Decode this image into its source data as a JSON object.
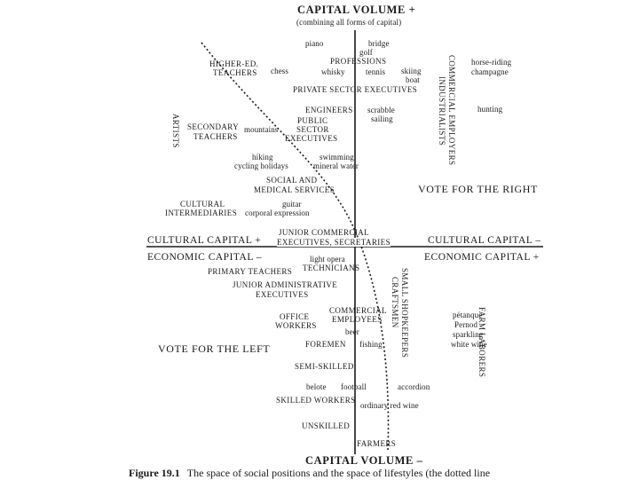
{
  "axes": {
    "top_title": "CAPITAL VOLUME +",
    "top_subtitle": "(combining all forms of capital)",
    "bottom_title": "CAPITAL VOLUME –",
    "left_upper": "CULTURAL CAPITAL +",
    "left_lower": "ECONOMIC CAPITAL –",
    "right_upper": "CULTURAL CAPITAL –",
    "right_lower": "ECONOMIC CAPITAL +"
  },
  "regions": {
    "vote_right": "VOTE FOR THE RIGHT",
    "vote_left": "VOTE FOR THE LEFT"
  },
  "labels": {
    "piano": "piano",
    "bridge": "bridge",
    "golf": "golf",
    "professions": "PROFESSIONS",
    "higher_ed_1": "HIGHER-ED.",
    "higher_ed_2": "TEACHERS",
    "chess": "chess",
    "whisky": "whisky",
    "tennis": "tennis",
    "skiing": "skiing",
    "boat": "boat",
    "horse_riding": "horse-riding",
    "champagne": "champagne",
    "private_exec": "PRIVATE SECTOR EXECUTIVES",
    "engineers": "ENGINEERS",
    "scrabble": "scrabble",
    "sailing": "sailing",
    "hunting": "hunting",
    "secondary_1": "SECONDARY",
    "secondary_2": "TEACHERS",
    "mountains": "mountains",
    "public_1": "PUBLIC",
    "public_2": "SECTOR",
    "public_3": "EXECUTIVES",
    "hiking": "hiking",
    "cycling": "cycling holidays",
    "swimming": "swimming",
    "mineral_water": "mineral water",
    "social_1": "SOCIAL AND",
    "social_2": "MEDICAL SERVICES",
    "cultural_int_1": "CULTURAL",
    "cultural_int_2": "INTERMEDIARIES",
    "guitar": "guitar",
    "corporal": "corporal expression",
    "junior_comm_1": "JUNIOR COMMERCIAL",
    "junior_comm_2": "EXECUTIVES, SECRETARIES",
    "light_opera": "light opera",
    "technicians": "TECHNICIANS",
    "primary_teachers": "PRIMARY TEACHERS",
    "junior_admin_1": "JUNIOR ADMINISTRATIVE",
    "junior_admin_2": "EXECUTIVES",
    "office_1": "OFFICE",
    "office_2": "WORKERS",
    "commercial_1": "COMMERCIAL",
    "commercial_2": "EMPLOYEES",
    "beer": "beer",
    "petanque": "pétanque",
    "pernod": "Pernod",
    "sparkling": "sparkling",
    "white_wine": "white wine",
    "foremen": "FOREMEN",
    "fishing": "fishing",
    "semi_skilled": "SEMI-SKILLED",
    "belote": "belote",
    "football": "football",
    "accordion": "accordion",
    "skilled": "SKILLED WORKERS",
    "ordinary_wine": "ordinary red wine",
    "unskilled": "UNSKILLED",
    "farmers": "FARMERS"
  },
  "vertical_labels": {
    "artists": "ARTISTS",
    "commercial_employers": "COMMERCIAL EMPLOYERS",
    "industrialists": "INDUSTRIALISTS",
    "small_shopkeepers": "SMALL SHOPKEEPERS",
    "craftsmen": "CRAFTSMEN",
    "farm_laborers": "FARM LABORERS"
  },
  "caption": {
    "figure": "Figure 19.1",
    "text": "The space of social positions and the space of lifestyles (the dotted line"
  }
}
